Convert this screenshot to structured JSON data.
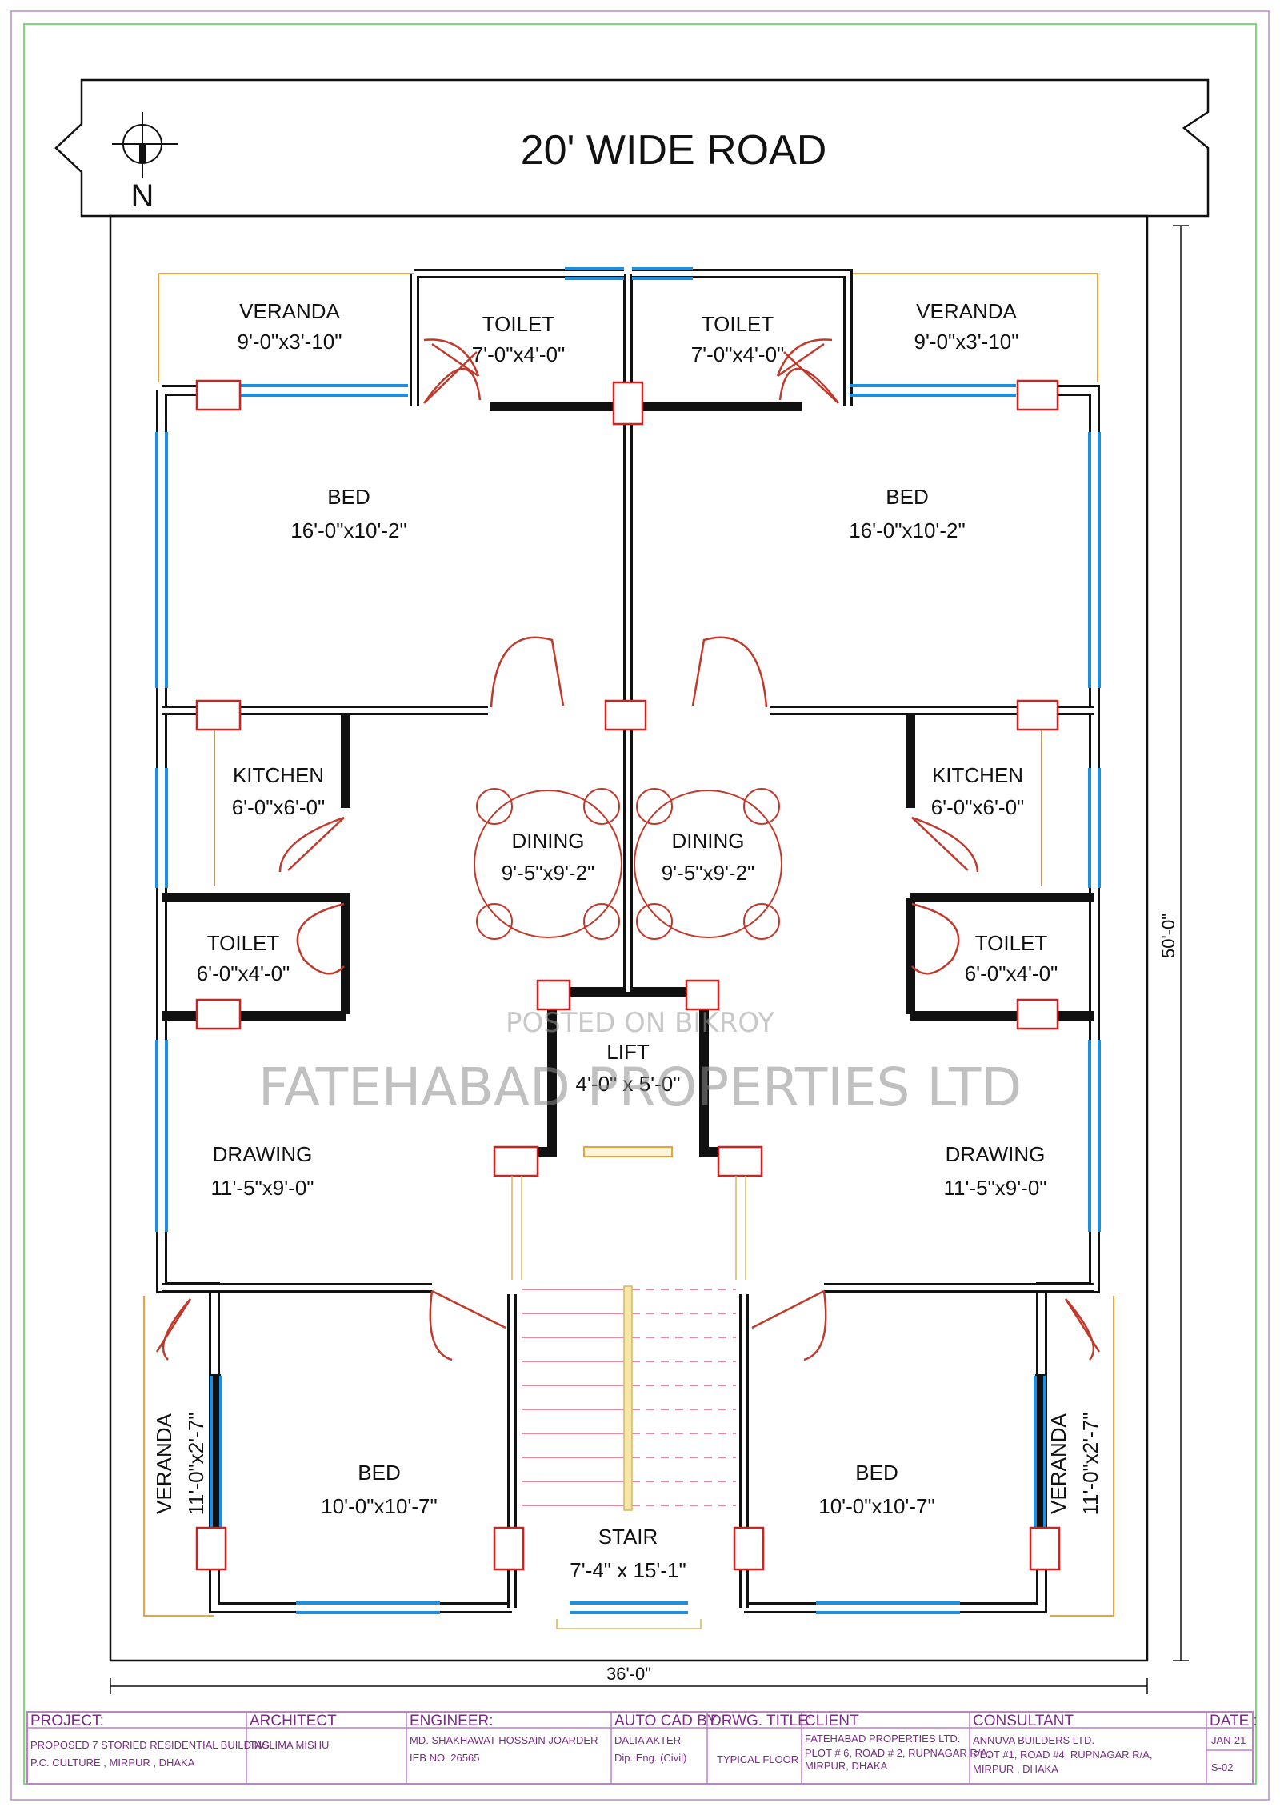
{
  "road": {
    "title": "20' WIDE ROAD"
  },
  "north": {
    "label": "N"
  },
  "rooms": {
    "veranda_tl": {
      "name": "VERANDA",
      "size": "9'-0\"x3'-10\""
    },
    "veranda_tr": {
      "name": "VERANDA",
      "size": "9'-0\"x3'-10\""
    },
    "toilet_tl": {
      "name": "TOILET",
      "size": "7'-0\"x4'-0\""
    },
    "toilet_tr": {
      "name": "TOILET",
      "size": "7'-0\"x4'-0\""
    },
    "bed_tl": {
      "name": "BED",
      "size": "16'-0\"x10'-2\""
    },
    "bed_tr": {
      "name": "BED",
      "size": "16'-0\"x10'-2\""
    },
    "kitchen_l": {
      "name": "KITCHEN",
      "size": "6'-0\"x6'-0\""
    },
    "kitchen_r": {
      "name": "KITCHEN",
      "size": "6'-0\"x6'-0\""
    },
    "dining_l": {
      "name": "DINING",
      "size": "9'-5\"x9'-2\""
    },
    "dining_r": {
      "name": "DINING",
      "size": "9'-5\"x9'-2\""
    },
    "toilet_ml": {
      "name": "TOILET",
      "size": "6'-0\"x4'-0\""
    },
    "toilet_mr": {
      "name": "TOILET",
      "size": "6'-0\"x4'-0\""
    },
    "lift": {
      "name": "LIFT",
      "size": "4'-0\" x 5'-0\""
    },
    "drawing_l": {
      "name": "DRAWING",
      "size": "11'-5\"x9'-0\""
    },
    "drawing_r": {
      "name": "DRAWING",
      "size": "11'-5\"x9'-0\""
    },
    "bed_bl": {
      "name": "BED",
      "size": "10'-0\"x10'-7\""
    },
    "bed_br": {
      "name": "BED",
      "size": "10'-0\"x10'-7\""
    },
    "veranda_bl": {
      "name": "VERANDA",
      "size": "11'-0\"x2'-7\""
    },
    "veranda_br": {
      "name": "VERANDA",
      "size": "11'-0\"x2'-7\""
    },
    "stair": {
      "name": "STAIR",
      "size": "7'-4\" x 15'-1\""
    }
  },
  "dimensions": {
    "width": "36'-0\"",
    "depth": "50'-0\""
  },
  "watermark": {
    "line1": "POSTED ON BIKROY",
    "line2": "FATEHABAD PROPERTIES LTD"
  },
  "title_block": {
    "project": {
      "header": "PROJECT:",
      "line1": "PROPOSED 7 STORIED RESIDENTIAL BUILDING",
      "line2": "P.C. CULTURE , MIRPUR , DHAKA"
    },
    "architect": {
      "header": "ARCHITECT",
      "line1": "TASLIMA MISHU"
    },
    "engineer": {
      "header": "ENGINEER:",
      "line1": "MD. SHAKHAWAT HOSSAIN JOARDER",
      "line2": "IEB NO. 26565"
    },
    "autocad": {
      "header": "AUTO CAD BY",
      "line1": "DALIA AKTER",
      "line2": "Dip. Eng. (Civil)"
    },
    "drawing_title": {
      "header": "DRWG. TITLE:",
      "line1": "TYPICAL FLOOR"
    },
    "client": {
      "header": "CLIENT",
      "line1": "FATEHABAD PROPERTIES LTD.",
      "line2": "PLOT # 6, ROAD # 2, RUPNAGAR R/A,",
      "line3": "MIRPUR, DHAKA"
    },
    "consultant": {
      "header": "CONSULTANT",
      "line1": "ANNUVA BUILDERS LTD.",
      "line2": "PLOT #1, ROAD #4, RUPNAGAR R/A,",
      "line3": "MIRPUR , DHAKA"
    },
    "date": {
      "header": "DATE :",
      "line1": "JAN-21",
      "line2": "S-02"
    }
  },
  "colors": {
    "wall": "#000000",
    "window": "#1e8fdc",
    "door": "#c0392b",
    "column": "#d62020",
    "veranda": "#e8a33a",
    "frame": "#c9a8d6",
    "frame_inner": "#7ed77e"
  }
}
